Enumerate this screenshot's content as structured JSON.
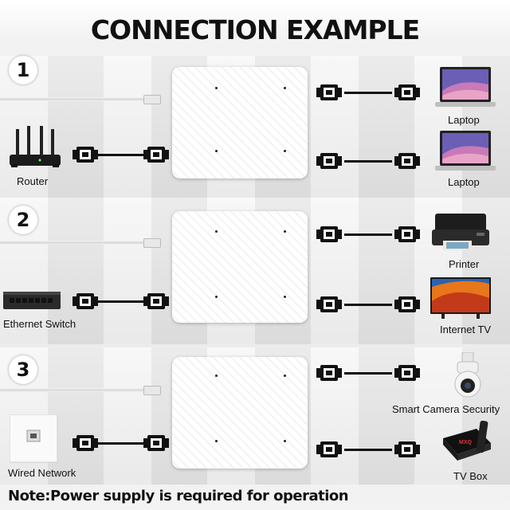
{
  "title": "CONNECTION EXAMPLE",
  "note": "Note:Power supply is required for operation",
  "sections": [
    {
      "number": "1",
      "input_device": "Router",
      "outputs": [
        "Laptop",
        "Laptop"
      ]
    },
    {
      "number": "2",
      "input_device": "Ethernet Switch",
      "outputs": [
        "Printer",
        "Internet TV"
      ]
    },
    {
      "number": "3",
      "input_device": "Wired Network",
      "outputs": [
        "Smart Camera Security",
        "TV Box"
      ]
    }
  ],
  "icons": {
    "router": "router-icon",
    "laptop": "laptop-icon",
    "switch": "ethernet-switch-icon",
    "printer": "printer-icon",
    "tv": "tv-icon",
    "camera": "security-camera-icon",
    "wallplate": "ethernet-wall-plate-icon",
    "tvbox": "tv-box-icon",
    "connector": "rj45-connector-icon"
  }
}
